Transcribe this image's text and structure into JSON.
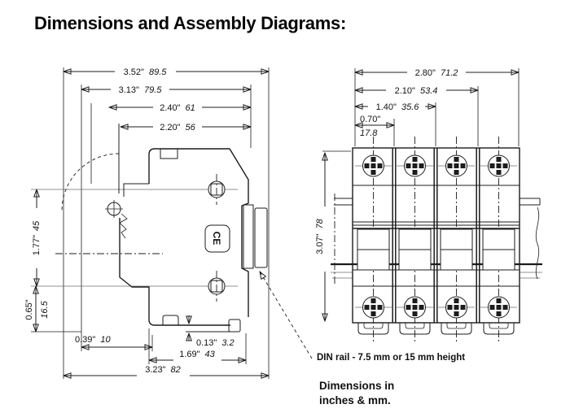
{
  "title": "Dimensions and Assembly Diagrams:",
  "side_view": {
    "dims_top": [
      {
        "in": "3.52\"",
        "mm": "89.5"
      },
      {
        "in": "3.13\"",
        "mm": "79.5"
      },
      {
        "in": "2.40\"",
        "mm": "61"
      },
      {
        "in": "2.20\"",
        "mm": "56"
      }
    ],
    "dims_left": [
      {
        "in": "1.77\"",
        "mm": "45"
      },
      {
        "in": "0.65\"",
        "mm": "16.5"
      }
    ],
    "dims_bottom": [
      {
        "in": "0.39\"",
        "mm": "10"
      },
      {
        "in": "0.13\"",
        "mm": "3.2"
      },
      {
        "in": "1.69\"",
        "mm": "43"
      },
      {
        "in": "3.23\"",
        "mm": "82"
      }
    ],
    "ce_mark": "CE"
  },
  "front_view": {
    "dims_top": [
      {
        "in": "2.80\"",
        "mm": "71.2"
      },
      {
        "in": "2.10\"",
        "mm": "53.4"
      },
      {
        "in": "1.40\"",
        "mm": "35.6"
      },
      {
        "in": "0.70\"",
        "mm": "17.8"
      }
    ],
    "dim_left": {
      "in": "3.07\"",
      "mm": "78"
    }
  },
  "notes": {
    "din_rail": "DIN rail - 7.5 mm or 15 mm height",
    "units_line1": "Dimensions in",
    "units_line2": "inches & mm."
  },
  "colors": {
    "line": "#1c1c1c",
    "background": "#ffffff"
  }
}
